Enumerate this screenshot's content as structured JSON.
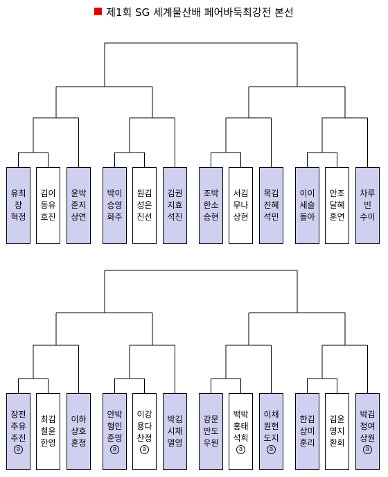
{
  "title": "제1회 SG 세계물산배 페어바둑최강전 본선",
  "colors": {
    "title_marker": "#e00000",
    "shaded_box": "#cfd0ef",
    "plain_box": "#ffffff"
  },
  "brackets": [
    {
      "teams": [
        {
          "names": "유최\n창\n혁정",
          "shaded": true,
          "mark": ""
        },
        {
          "names": "김이\n동유\n호진",
          "shaded": false,
          "mark": ""
        },
        {
          "names": "윤박\n준지\n상연",
          "shaded": true,
          "mark": ""
        },
        {
          "names": "박이\n승영\n화주",
          "shaded": true,
          "mark": ""
        },
        {
          "names": "원김\n성은\n진선",
          "shaded": false,
          "mark": ""
        },
        {
          "names": "김권\n지효\n석진",
          "shaded": true,
          "mark": ""
        },
        {
          "names": "조박\n한소\n승현",
          "shaded": true,
          "mark": ""
        },
        {
          "names": "서김\n무나\n상현",
          "shaded": false,
          "mark": ""
        },
        {
          "names": "목김\n진혜\n석민",
          "shaded": true,
          "mark": ""
        },
        {
          "names": "이이\n세슬\n돌아",
          "shaded": true,
          "mark": ""
        },
        {
          "names": "안조\n달혜\n훈연",
          "shaded": false,
          "mark": ""
        },
        {
          "names": "차루\n민\n수이",
          "shaded": true,
          "mark": ""
        }
      ]
    },
    {
      "teams": [
        {
          "names": "장전\n주유\n주진",
          "shaded": true,
          "mark": "ⓐ"
        },
        {
          "names": "최김\n철윤\n한영",
          "shaded": false,
          "mark": ""
        },
        {
          "names": "이하\n상호\n훈정",
          "shaded": true,
          "mark": ""
        },
        {
          "names": "안박\n형인\n준영",
          "shaded": true,
          "mark": "ⓐ"
        },
        {
          "names": "이강\n용다\n찬정",
          "shaded": false,
          "mark": "ⓐ"
        },
        {
          "names": "박김\n시채\n열영",
          "shaded": true,
          "mark": ""
        },
        {
          "names": "강문\n만도\n우원",
          "shaded": true,
          "mark": ""
        },
        {
          "names": "백박\n홍태\n석희",
          "shaded": false,
          "mark": "ⓐ"
        },
        {
          "names": "이채\n원현\n도지",
          "shaded": true,
          "mark": "ⓐ"
        },
        {
          "names": "한김\n상미\n훈리",
          "shaded": true,
          "mark": ""
        },
        {
          "names": "김윤\n영지\n환희",
          "shaded": false,
          "mark": ""
        },
        {
          "names": "박김\n정여\n상원",
          "shaded": true,
          "mark": "ⓐ"
        }
      ]
    }
  ]
}
